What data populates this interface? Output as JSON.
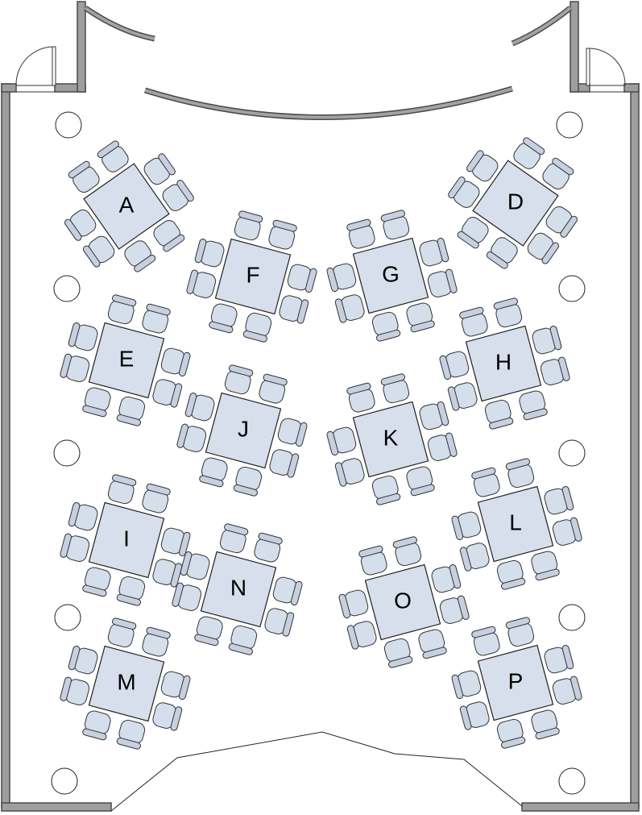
{
  "tables": [
    {
      "id": "table-a",
      "label": "A",
      "angle": -35
    },
    {
      "id": "table-d",
      "label": "D",
      "angle": 35
    },
    {
      "id": "table-f",
      "label": "F",
      "angle": 15
    },
    {
      "id": "table-g",
      "label": "G",
      "angle": -15
    },
    {
      "id": "table-e",
      "label": "E",
      "angle": 15
    },
    {
      "id": "table-h",
      "label": "H",
      "angle": -15
    },
    {
      "id": "table-j",
      "label": "J",
      "angle": 15
    },
    {
      "id": "table-k",
      "label": "K",
      "angle": -15
    },
    {
      "id": "table-i",
      "label": "I",
      "angle": 15
    },
    {
      "id": "table-l",
      "label": "L",
      "angle": -15
    },
    {
      "id": "table-n",
      "label": "N",
      "angle": 15
    },
    {
      "id": "table-o",
      "label": "O",
      "angle": -15
    },
    {
      "id": "table-m",
      "label": "M",
      "angle": 15
    },
    {
      "id": "table-p",
      "label": "P",
      "angle": -15
    }
  ],
  "colors": {
    "table": "#d7dfec",
    "chair": "#d5deeb",
    "wall": "#9e9e9e"
  }
}
